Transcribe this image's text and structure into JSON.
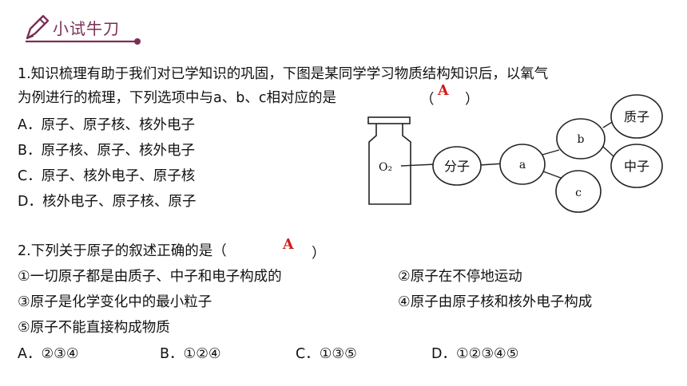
{
  "header": {
    "title": "小试牛刀",
    "icon": "pencil-icon",
    "accent": "#7a2f55"
  },
  "q1": {
    "stem_line1": "1.知识梳理有助于我们对已学知识的巩固，下图是某同学学习物质结构知识后，以氧气",
    "stem_line2": "为例进行的梳理，下列选项中与a、b、c相对应的是",
    "paren_open": "（",
    "paren_close": "）",
    "answer": "A",
    "options": [
      "A．原子、原子核、核外电子",
      "B．原子核、原子、核外电子",
      "C．原子、核外电子、原子核",
      "D．核外电子、原子核、原子"
    ],
    "diagram": {
      "bottle_label": "O₂",
      "molecule": "分子",
      "node_a": "a",
      "node_b": "b",
      "node_c": "c",
      "proton": "质子",
      "neutron": "中子"
    }
  },
  "q2": {
    "stem": "2.下列关于原子的叙述正确的是（",
    "paren_close": "）",
    "answer": "A",
    "statements": [
      "①一切原子都是由质子、中子和电子构成的",
      "②原子在不停地运动",
      "③原子是化学变化中的最小粒子",
      "④原子由原子核和核外电子构成",
      "⑤原子不能直接构成物质"
    ],
    "options": [
      "A．②③④",
      "B．①②④",
      "C．①③⑤",
      "D．①②③④⑤"
    ]
  }
}
